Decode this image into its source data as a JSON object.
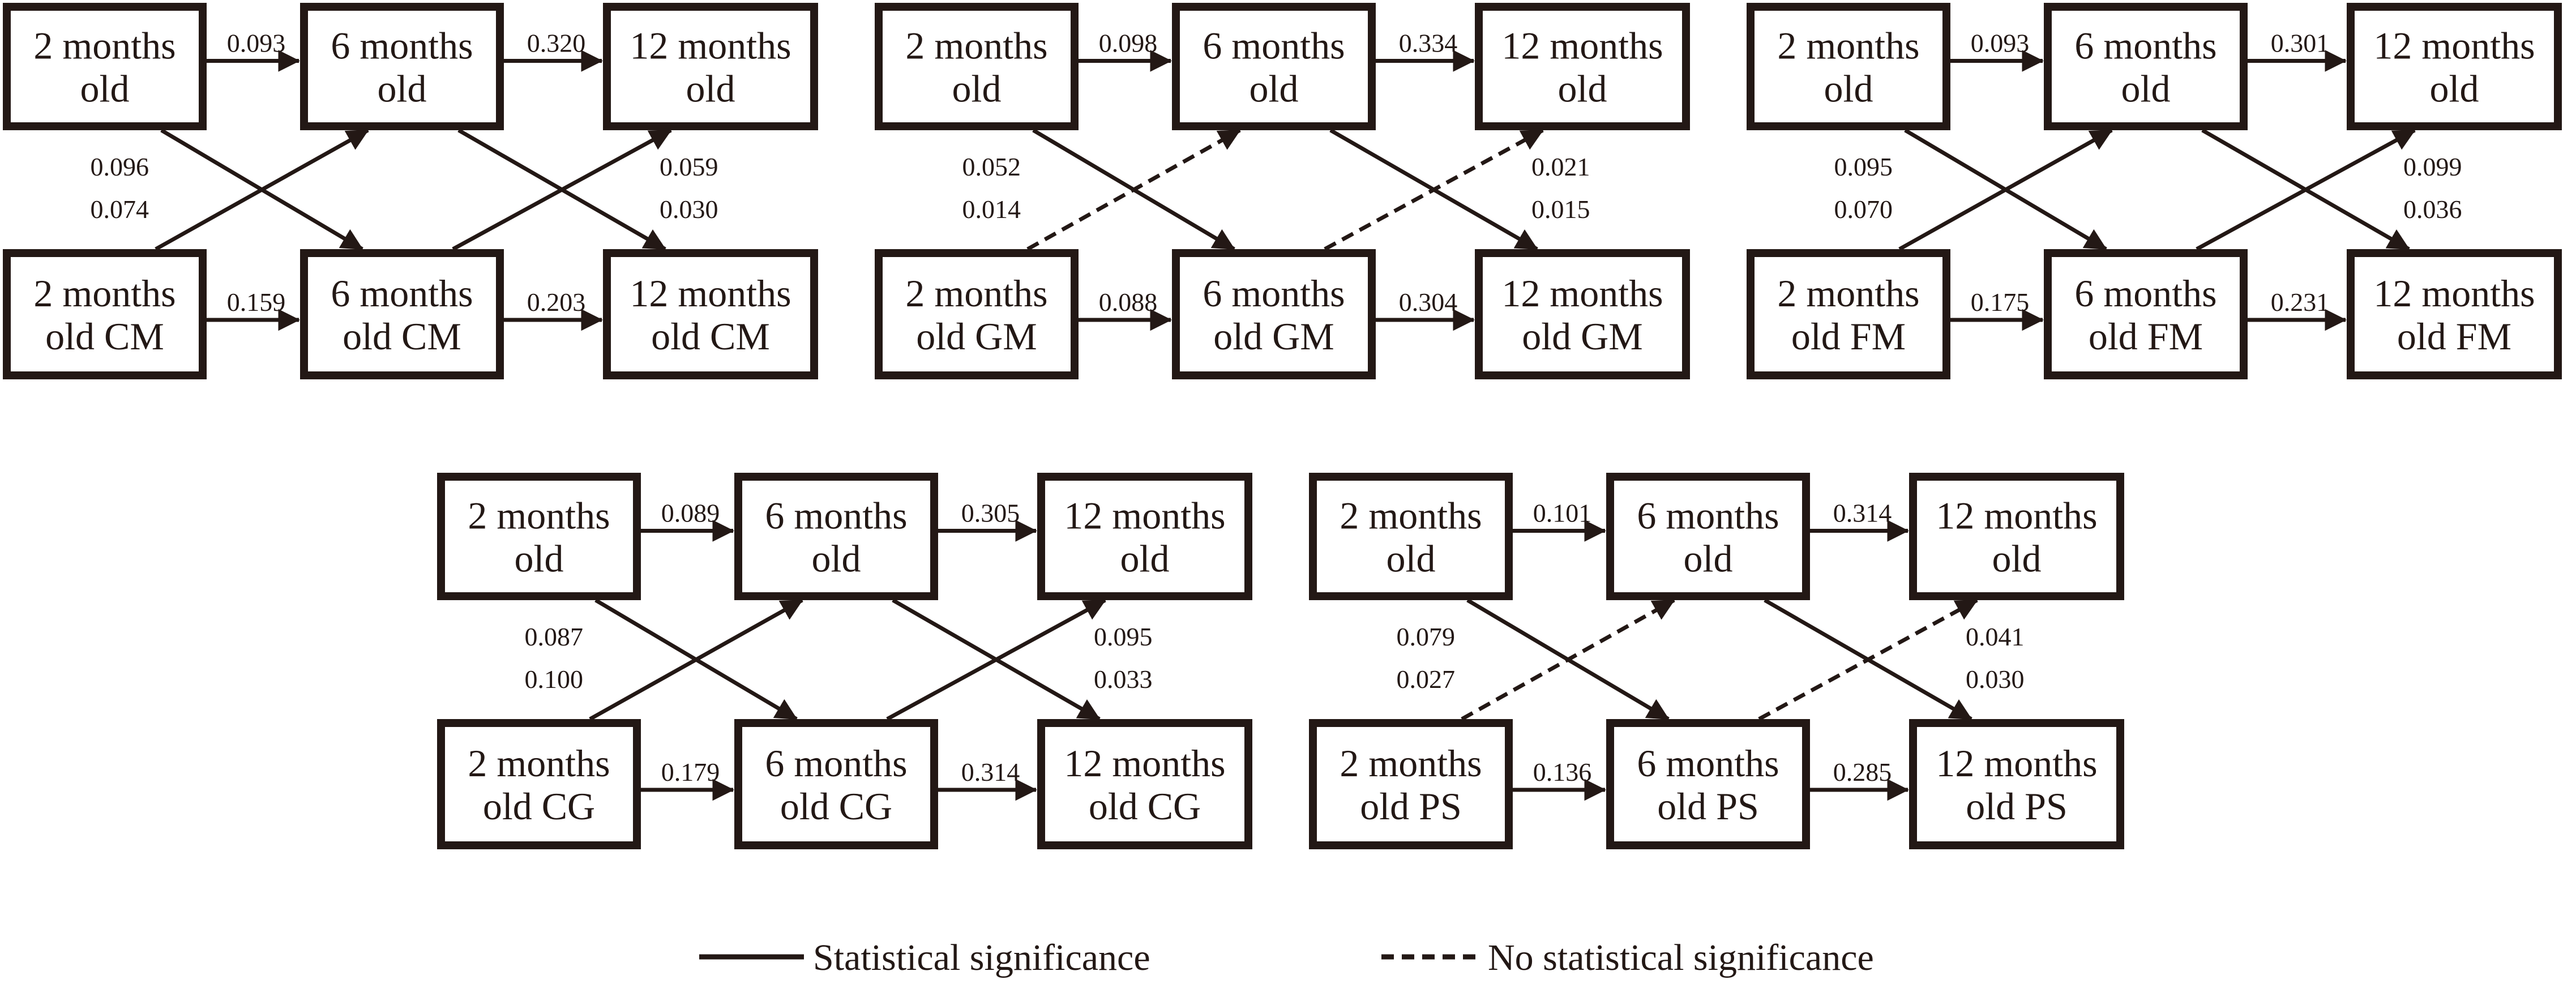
{
  "colors": {
    "ink": "#231815",
    "background": "#ffffff"
  },
  "legend": {
    "solid_label": "Statistical significance",
    "dashed_label": "No statistical significance"
  },
  "panels": [
    {
      "id": "cm",
      "boxes": {
        "top": [
          [
            "2 months",
            "old"
          ],
          [
            "6 months",
            "old"
          ],
          [
            "12 months",
            "old"
          ]
        ],
        "bottom": [
          [
            "2 months",
            "old CM"
          ],
          [
            "6 months",
            "old CM"
          ],
          [
            "12 months",
            "old CM"
          ]
        ]
      },
      "top_paths": [
        "0.093",
        "0.320"
      ],
      "bottom_paths": [
        "0.159",
        "0.203"
      ],
      "cross_1": {
        "top_to_bottom": "0.096",
        "bottom_to_top": "0.074"
      },
      "cross_2": {
        "top_to_bottom": "0.059",
        "bottom_to_top": "0.030"
      },
      "dashed_up": false
    },
    {
      "id": "gm",
      "boxes": {
        "top": [
          [
            "2 months",
            "old"
          ],
          [
            "6 months",
            "old"
          ],
          [
            "12 months",
            "old"
          ]
        ],
        "bottom": [
          [
            "2 months",
            "old GM"
          ],
          [
            "6 months",
            "old GM"
          ],
          [
            "12 months",
            "old GM"
          ]
        ]
      },
      "top_paths": [
        "0.098",
        "0.334"
      ],
      "bottom_paths": [
        "0.088",
        "0.304"
      ],
      "cross_1": {
        "top_to_bottom": "0.052",
        "bottom_to_top": "0.014"
      },
      "cross_2": {
        "top_to_bottom": "0.021",
        "bottom_to_top": "0.015"
      },
      "dashed_up": true
    },
    {
      "id": "fm",
      "boxes": {
        "top": [
          [
            "2 months",
            "old"
          ],
          [
            "6 months",
            "old"
          ],
          [
            "12 months",
            "old"
          ]
        ],
        "bottom": [
          [
            "2 months",
            "old FM"
          ],
          [
            "6 months",
            "old FM"
          ],
          [
            "12 months",
            "old FM"
          ]
        ]
      },
      "top_paths": [
        "0.093",
        "0.301"
      ],
      "bottom_paths": [
        "0.175",
        "0.231"
      ],
      "cross_1": {
        "top_to_bottom": "0.095",
        "bottom_to_top": "0.070"
      },
      "cross_2": {
        "top_to_bottom": "0.099",
        "bottom_to_top": "0.036"
      },
      "dashed_up": false
    },
    {
      "id": "cg",
      "boxes": {
        "top": [
          [
            "2 months",
            "old"
          ],
          [
            "6 months",
            "old"
          ],
          [
            "12 months",
            "old"
          ]
        ],
        "bottom": [
          [
            "2 months",
            "old CG"
          ],
          [
            "6 months",
            "old CG"
          ],
          [
            "12 months",
            "old CG"
          ]
        ]
      },
      "top_paths": [
        "0.089",
        "0.305"
      ],
      "bottom_paths": [
        "0.179",
        "0.314"
      ],
      "cross_1": {
        "top_to_bottom": "0.087",
        "bottom_to_top": "0.100"
      },
      "cross_2": {
        "top_to_bottom": "0.095",
        "bottom_to_top": "0.033"
      },
      "dashed_up": false
    },
    {
      "id": "ps",
      "boxes": {
        "top": [
          [
            "2 months",
            "old"
          ],
          [
            "6 months",
            "old"
          ],
          [
            "12 months",
            "old"
          ]
        ],
        "bottom": [
          [
            "2 months",
            "old PS"
          ],
          [
            "6 months",
            "old PS"
          ],
          [
            "12 months",
            "old PS"
          ]
        ]
      },
      "top_paths": [
        "0.101",
        "0.314"
      ],
      "bottom_paths": [
        "0.136",
        "0.285"
      ],
      "cross_1": {
        "top_to_bottom": "0.079",
        "bottom_to_top": "0.027"
      },
      "cross_2": {
        "top_to_bottom": "0.041",
        "bottom_to_top": "0.030"
      },
      "dashed_up": true
    }
  ]
}
